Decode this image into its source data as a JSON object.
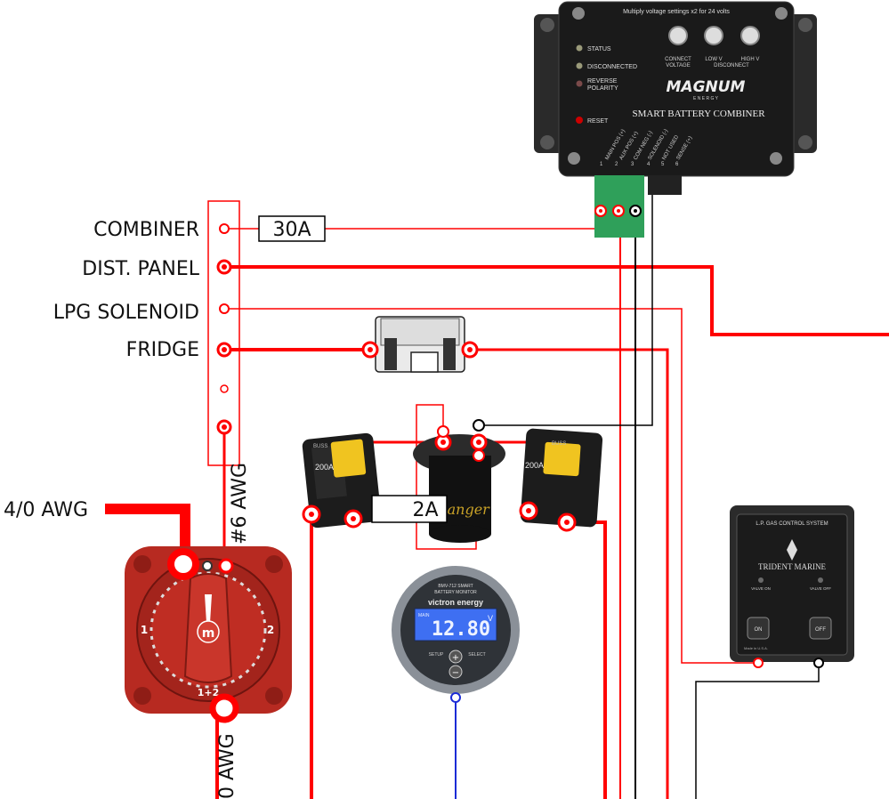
{
  "bus_labels": {
    "combiner": "COMBINER",
    "dist_panel": "DIST. PANEL",
    "lpg_solenoid": "LPG SOLENOID",
    "fridge": "FRIDGE"
  },
  "fuse_combiner": "30A",
  "fuse_solenoid": "2A",
  "wire_labels": {
    "main_feed": "4/0 AWG",
    "bus_feed": "#6 AWG",
    "switch_out": "0 AWG"
  },
  "combiner_device": {
    "top_text": "Multiply voltage settings x2 for 24 volts",
    "led_status": "STATUS",
    "led_disconnected": "DISCONNECTED",
    "led_reverse": "REVERSE",
    "led_polarity": "POLARITY",
    "reset": "RESET",
    "brand": "MAGNUM",
    "brand_sub": "E N E R G Y",
    "product": "SMART BATTERY COMBINER",
    "knob1_label": "CONNECT",
    "knob1_label2": "VOLTAGE",
    "knob2_label": "LOW V",
    "knob3_label": "HIGH V",
    "knob23_label2": "DISCONNECT",
    "terminals": [
      "MAIN POS (+)",
      "AUX POS (+)",
      "COM NEG (-)",
      "SOLENOID (-)",
      "NOT USED",
      "SENSE (+)"
    ],
    "terminal_nums": [
      "1",
      "2",
      "3",
      "4",
      "5",
      "6"
    ]
  },
  "breaker_left": {
    "rating": "200A",
    "brand": "BUSS"
  },
  "breaker_right": {
    "rating": "200A",
    "brand": "BUSS"
  },
  "solenoid_brand": "Ranger",
  "battery_monitor": {
    "model": "BMV-712 SMART",
    "subtitle": "BATTERY MONITOR",
    "brand": "victron energy",
    "reading": "12.80",
    "unit": "V",
    "mode": "MAIN",
    "setup": "SETUP",
    "select": "SELECT"
  },
  "gas_control": {
    "title": "L.P. GAS CONTROL SYSTEM",
    "brand": "TRIDENT MARINE",
    "valve_on": "VALVE ON",
    "valve_off": "VALVE OFF",
    "on": "ON",
    "off": "OFF",
    "made": "Made in U.S.A."
  },
  "battery_switch": {
    "pos1": "1",
    "pos2": "2",
    "pos12": "1+2",
    "logo": "m"
  },
  "colors": {
    "positive": "#ff0000",
    "negative": "#000000",
    "shunt": "#1b2bd6",
    "switch_body": "#b72a21"
  }
}
